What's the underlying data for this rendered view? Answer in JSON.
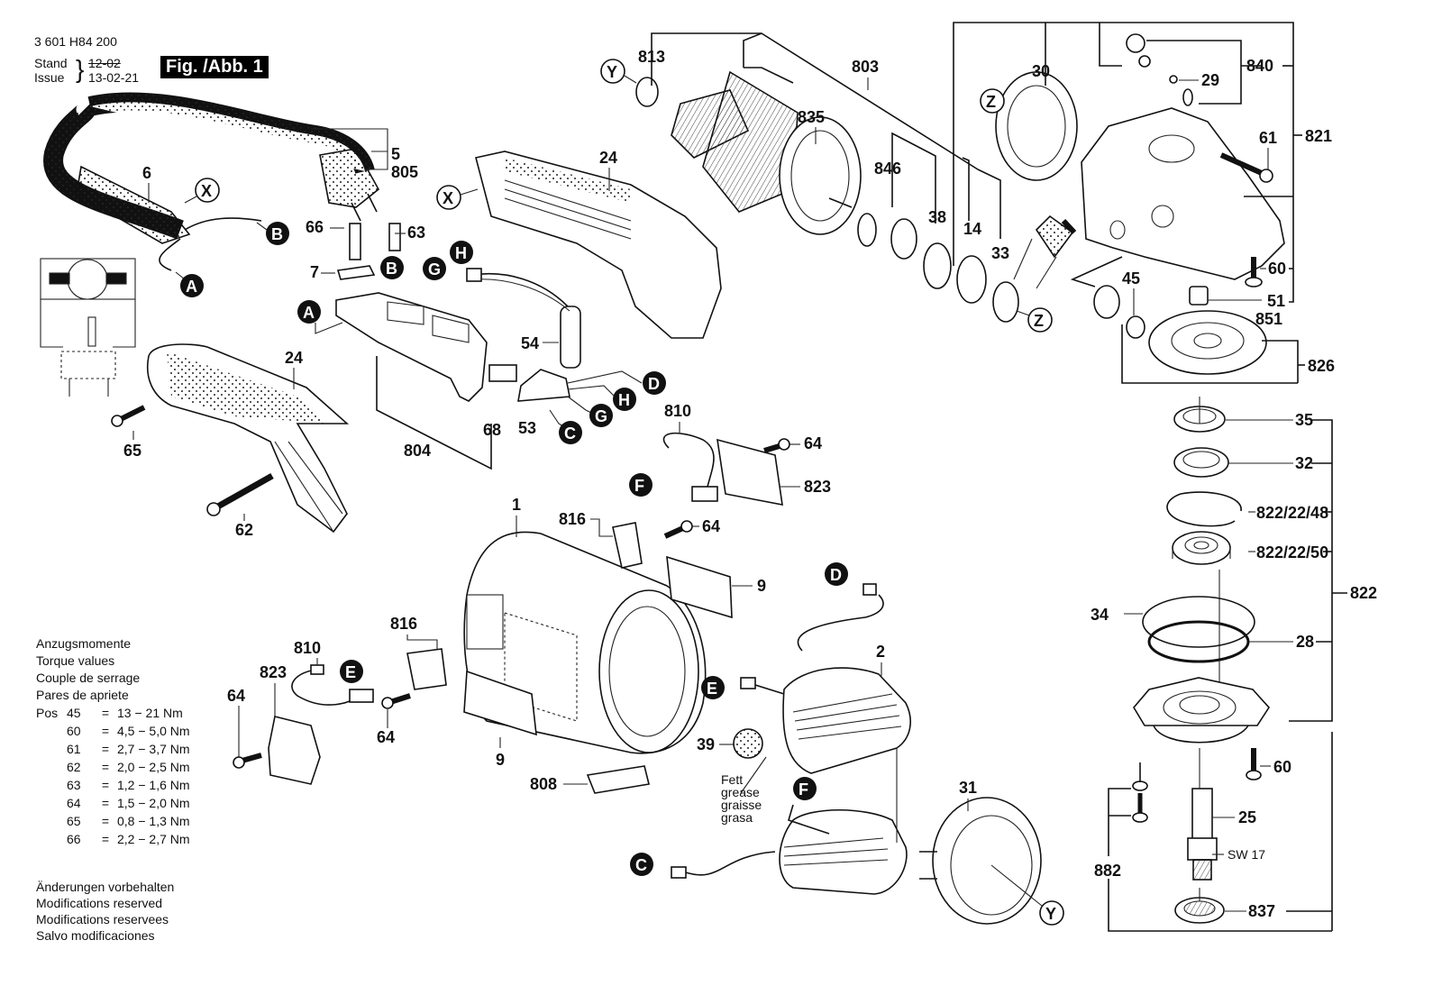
{
  "header": {
    "part_number": "3 601 H84 200",
    "stand_label": "Stand",
    "issue_label": "Issue",
    "old_date": "12-02",
    "new_date": "13-02-21",
    "figure_label": "Fig. /Abb. 1"
  },
  "torque": {
    "headings": [
      "Anzugsmomente",
      "Torque values",
      "Couple de serrage",
      "Pares de apriete"
    ],
    "pos_label": "Pos",
    "rows": [
      {
        "pos": "45",
        "eq": "=",
        "value": "13 − 21 Nm"
      },
      {
        "pos": "60",
        "eq": "=",
        "value": "4,5 − 5,0 Nm"
      },
      {
        "pos": "61",
        "eq": "=",
        "value": "2,7 − 3,7 Nm"
      },
      {
        "pos": "62",
        "eq": "=",
        "value": "2,0 − 2,5 Nm"
      },
      {
        "pos": "63",
        "eq": "=",
        "value": "1,2 − 1,6 Nm"
      },
      {
        "pos": "64",
        "eq": "=",
        "value": "1,5 − 2,0 Nm"
      },
      {
        "pos": "65",
        "eq": "=",
        "value": "0,8 − 1,3 Nm"
      },
      {
        "pos": "66",
        "eq": "=",
        "value": "2,2 − 2,7 Nm"
      }
    ]
  },
  "notes": [
    "Änderungen vorbehalten",
    "Modifications reserved",
    "Modifications reservees",
    "Salvo modificaciones"
  ],
  "grease_note": [
    "Fett",
    "grease",
    "graisse",
    "grasa"
  ],
  "wrench_note": "SW 17",
  "part_labels": {
    "p5": "5",
    "p805": "805",
    "p6": "6",
    "p66": "66",
    "p63": "63",
    "p7": "7",
    "p24a": "24",
    "p24b": "24",
    "p65": "65",
    "p62": "62",
    "p54": "54",
    "p68": "68",
    "p53": "53",
    "p804": "804",
    "p810a": "810",
    "p64a": "64",
    "p823a": "823",
    "p816a": "816",
    "p64b": "64",
    "p1": "1",
    "p9a": "9",
    "p816b": "816",
    "p810b": "810",
    "p823b": "823",
    "p64c": "64",
    "p64d": "64",
    "p9b": "9",
    "p808": "808",
    "p2": "2",
    "p39": "39",
    "p31": "31",
    "p813": "813",
    "p803": "803",
    "p835": "835",
    "p846": "846",
    "p38": "38",
    "p14": "14",
    "p33": "33",
    "p30": "30",
    "p840": "840",
    "p29": "29",
    "p61": "61",
    "p821": "821",
    "p60a": "60",
    "p45": "45",
    "p51": "51",
    "p851": "851",
    "p826": "826",
    "p35": "35",
    "p32": "32",
    "p822_22_48": "822/22/48",
    "p822_22_50": "822/22/50",
    "p34": "34",
    "p28": "28",
    "p822": "822",
    "p60b": "60",
    "p25": "25",
    "p882": "882",
    "p837": "837"
  },
  "connectors": {
    "A": "A",
    "B": "B",
    "C": "C",
    "D": "D",
    "E": "E",
    "F": "F",
    "G": "G",
    "H": "H",
    "X": "X",
    "Y": "Y",
    "Z": "Z"
  }
}
